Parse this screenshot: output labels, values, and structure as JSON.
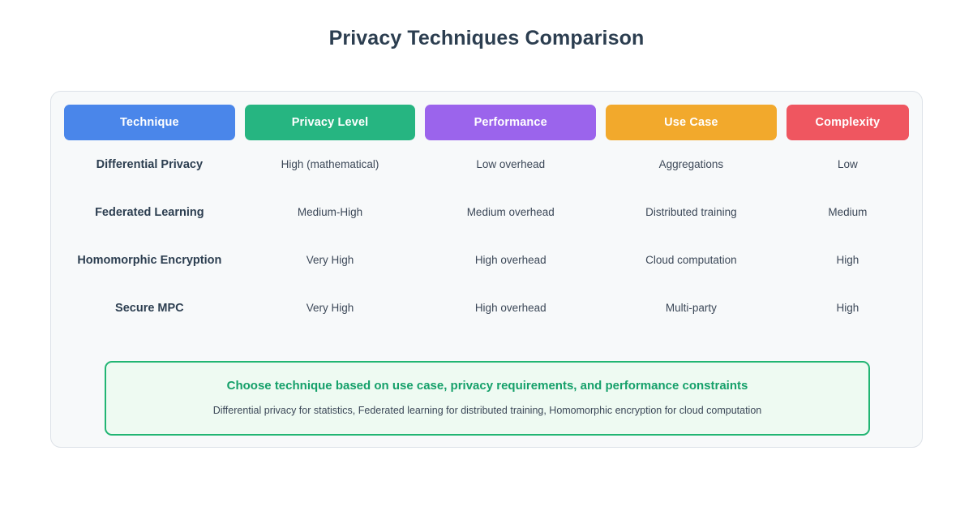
{
  "page": {
    "title": "Privacy Techniques Comparison",
    "background_color": "#ffffff",
    "card_background": "#f7f9fa",
    "card_border_color": "#dde2e8"
  },
  "table": {
    "columns": [
      {
        "label": "Technique",
        "color": "#4a86ea",
        "key": "technique"
      },
      {
        "label": "Privacy Level",
        "color": "#26b581",
        "key": "privacy_level"
      },
      {
        "label": "Performance",
        "color": "#9b64ec",
        "key": "performance"
      },
      {
        "label": "Use Case",
        "color": "#f2a92c",
        "key": "use_case"
      },
      {
        "label": "Complexity",
        "color": "#ef5660",
        "key": "complexity"
      }
    ],
    "rows": [
      {
        "technique": "Differential Privacy",
        "privacy_level": "High (mathematical)",
        "performance": "Low overhead",
        "use_case": "Aggregations",
        "complexity": "Low"
      },
      {
        "technique": "Federated Learning",
        "privacy_level": "Medium-High",
        "performance": "Medium overhead",
        "use_case": "Distributed training",
        "complexity": "Medium"
      },
      {
        "technique": "Homomorphic Encryption",
        "privacy_level": "Very High",
        "performance": "High overhead",
        "use_case": "Cloud computation",
        "complexity": "High"
      },
      {
        "technique": "Secure MPC",
        "privacy_level": "Very High",
        "performance": "High overhead",
        "use_case": "Multi-party",
        "complexity": "High"
      }
    ]
  },
  "callout": {
    "title": "Choose technique based on use case, privacy requirements, and performance constraints",
    "subtitle": "Differential privacy for statistics, Federated learning for distributed training, Homomorphic encryption for cloud computation",
    "border_color": "#21b573",
    "background_color": "#eefaf2",
    "title_color": "#15a06a"
  }
}
